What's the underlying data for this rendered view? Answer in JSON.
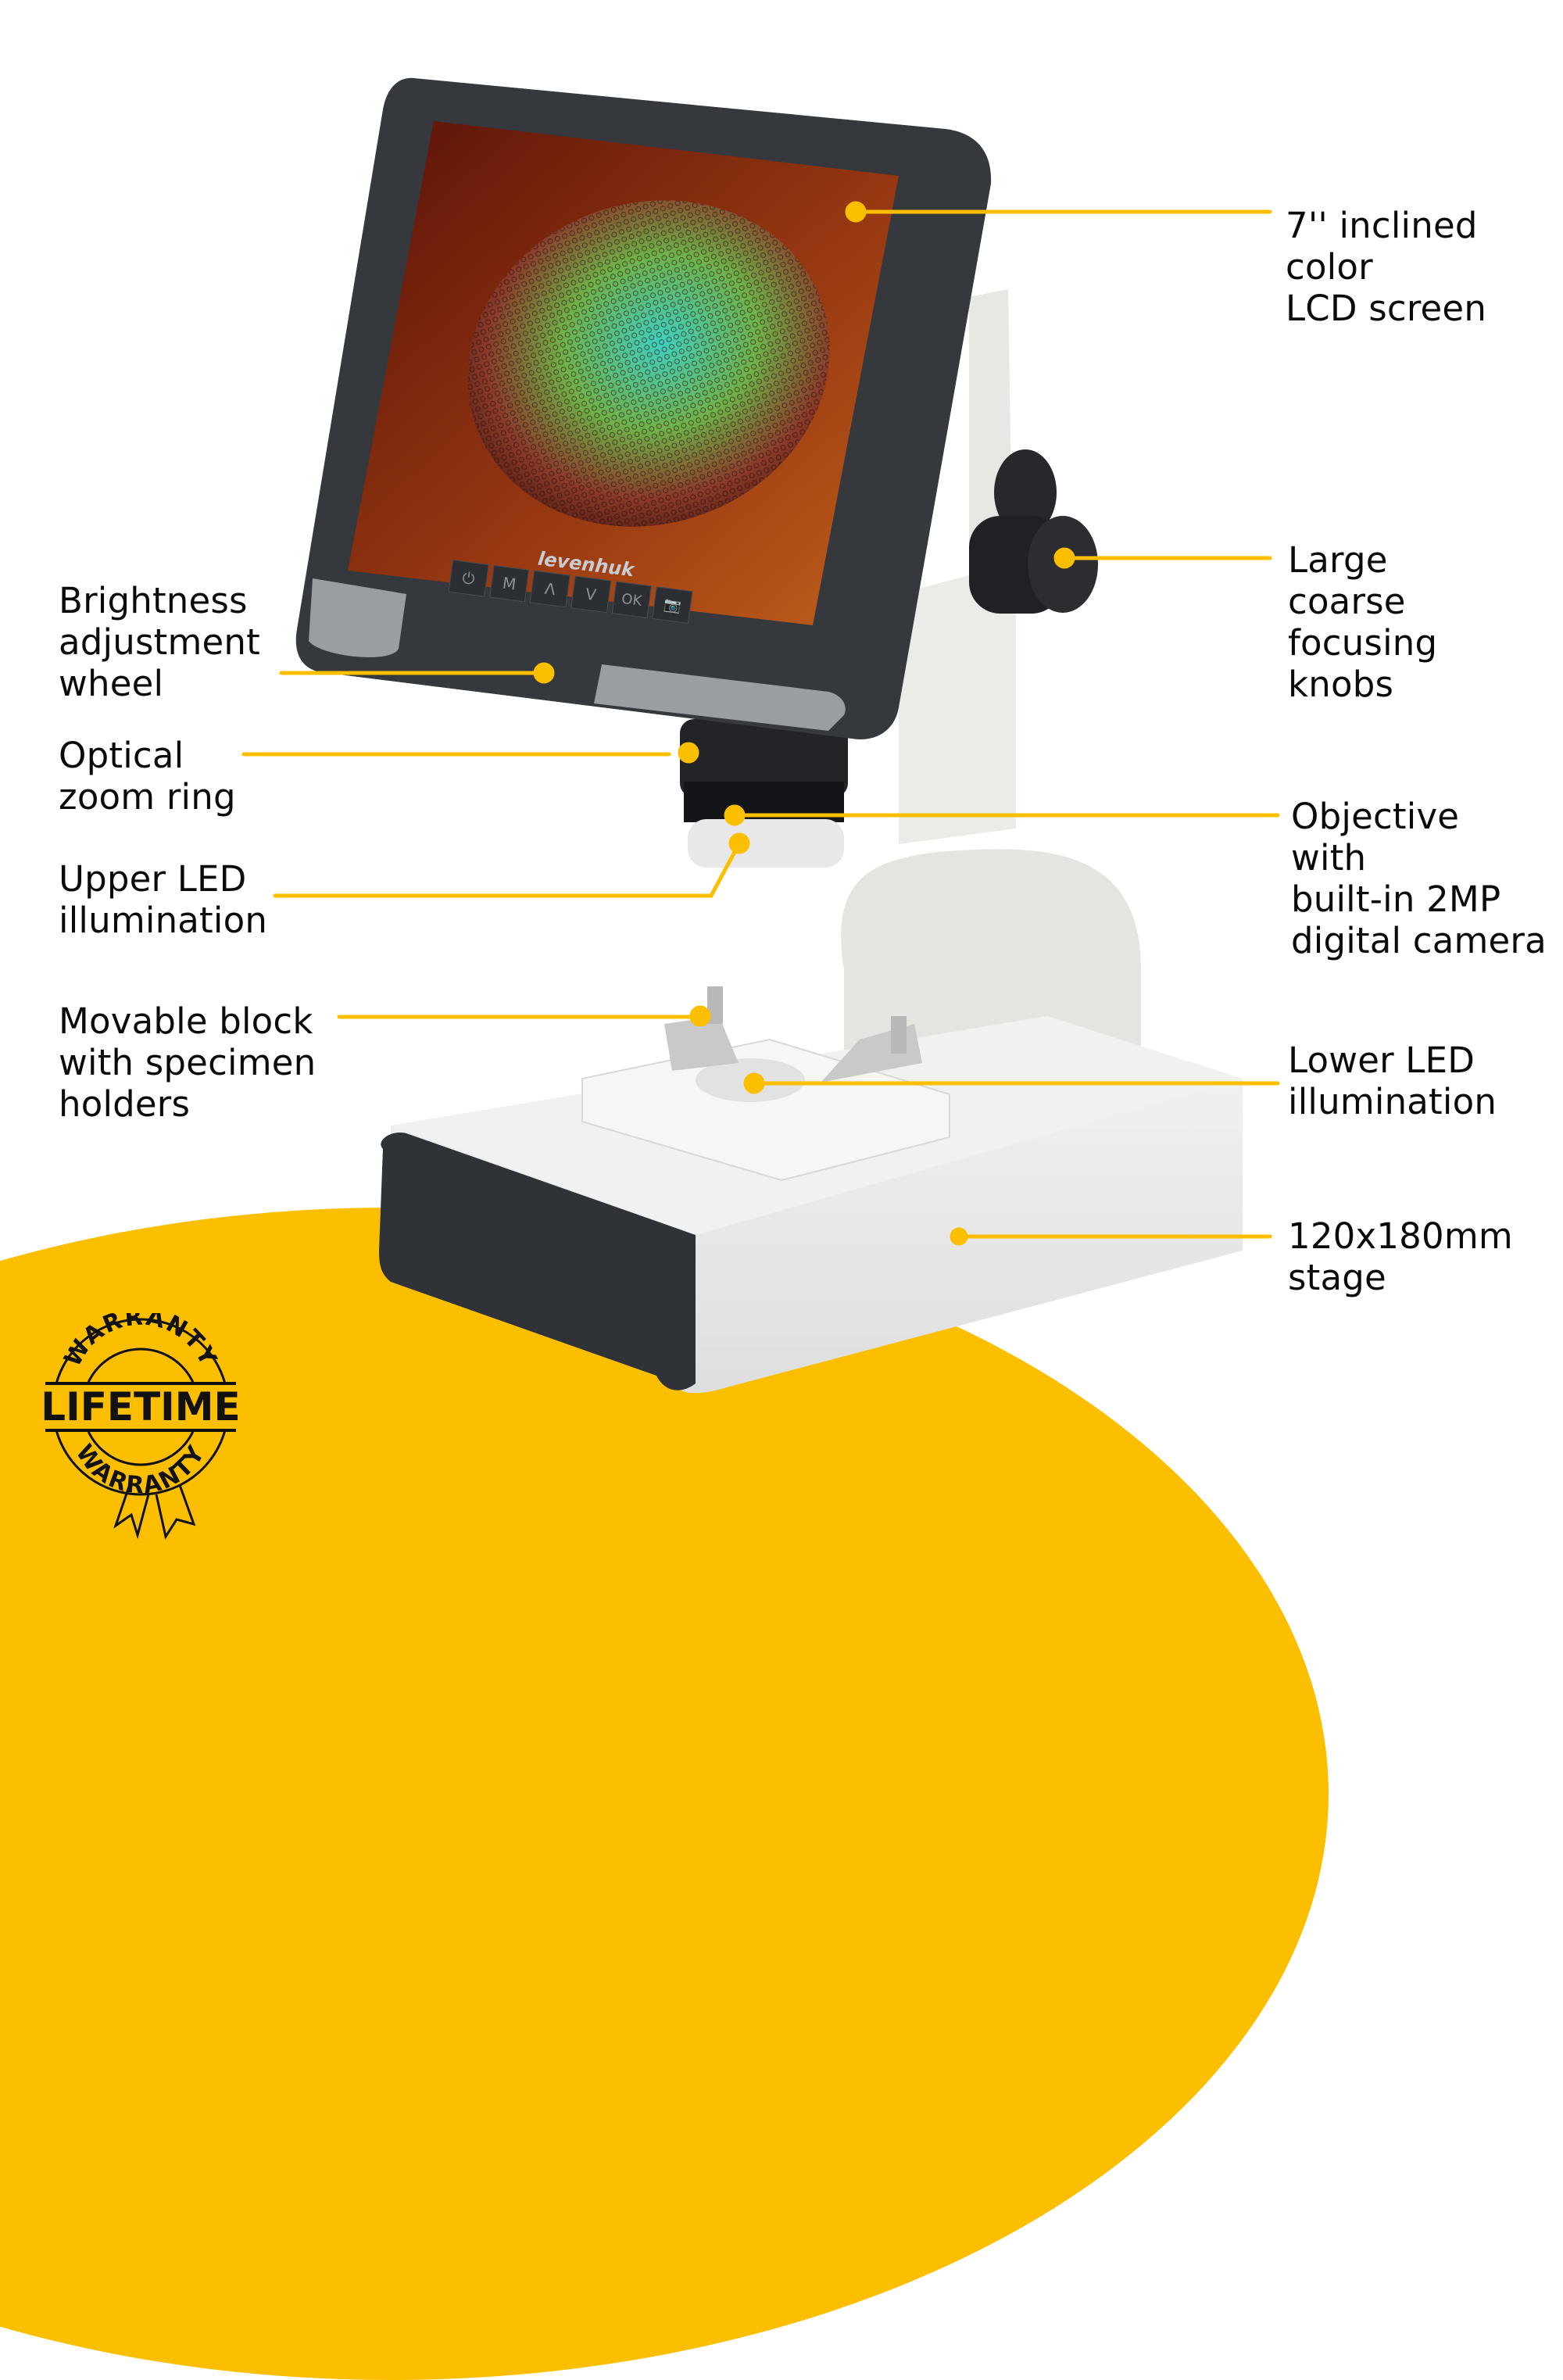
{
  "brand": {
    "accent_color": "#fbbf00",
    "logo_text": "levenhuk"
  },
  "device": {
    "screen_buttons": [
      {
        "id": "power",
        "glyph": "⏻"
      },
      {
        "id": "menu",
        "glyph": "M"
      },
      {
        "id": "up",
        "glyph": "Λ"
      },
      {
        "id": "down",
        "glyph": "V"
      },
      {
        "id": "ok",
        "glyph": "OK"
      },
      {
        "id": "camera",
        "glyph": "📷"
      }
    ]
  },
  "callouts": {
    "left": [
      {
        "id": "brightness-wheel",
        "text": "Brightness\nadjustment\nwheel"
      },
      {
        "id": "zoom-ring",
        "text": "Optical\nzoom ring"
      },
      {
        "id": "upper-led",
        "text": "Upper LED\nillumination"
      },
      {
        "id": "movable-block",
        "text": "Movable block\nwith specimen\nholders"
      }
    ],
    "right": [
      {
        "id": "lcd-screen",
        "text": "7'' inclined\ncolor\nLCD screen"
      },
      {
        "id": "focusing-knobs",
        "text": "Large\ncoarse\nfocusing\nknobs"
      },
      {
        "id": "objective",
        "text": "Objective\nwith\nbuilt-in 2MP\ndigital camera"
      },
      {
        "id": "lower-led",
        "text": "Lower LED\nillumination"
      },
      {
        "id": "stage",
        "text": "120x180mm\nstage"
      }
    ]
  },
  "badge": {
    "top": "WARRANTY",
    "middle": "LIFETIME",
    "bottom": "WARRANTY"
  }
}
